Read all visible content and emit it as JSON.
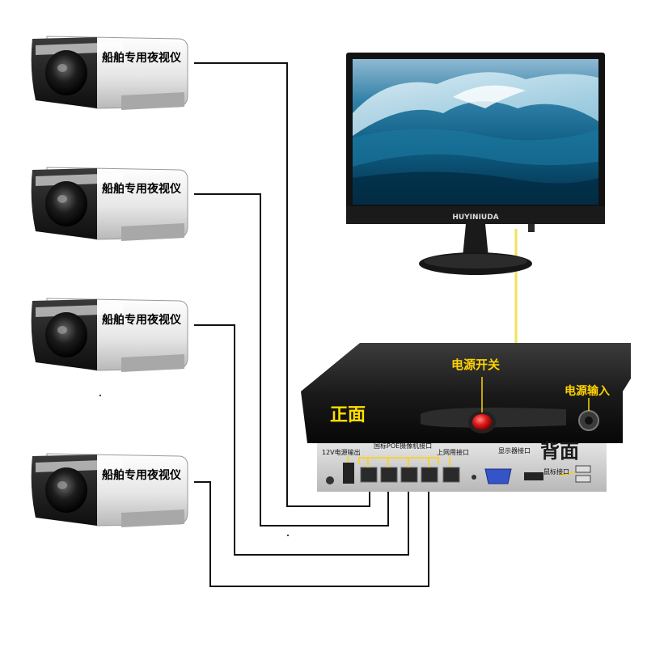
{
  "cameras": [
    {
      "label": "船舶专用夜视仪"
    },
    {
      "label": "船舶专用夜视仪"
    },
    {
      "label": "船舶专用夜视仪"
    },
    {
      "label": "船舶专用夜视仪"
    }
  ],
  "monitor": {
    "brand": "HUYINIUDA"
  },
  "nvr": {
    "power_switch_label": "电源开关",
    "power_input_label": "电源输入",
    "front_label": "正面",
    "back_label": "背面",
    "port_12v_label": "12V电源输出",
    "poe_ports_label": "国标POE摄像机接口",
    "uplink_label": "上网用接口",
    "display_port_label": "显示器接口",
    "mouse_port_label": "鼠标接口"
  },
  "colors": {
    "camera_cable": "#111111",
    "display_cable": "#f2e25a",
    "front_label": "#ffe000",
    "back_label": "#1a1a1a",
    "annotation": "#ffd200"
  }
}
